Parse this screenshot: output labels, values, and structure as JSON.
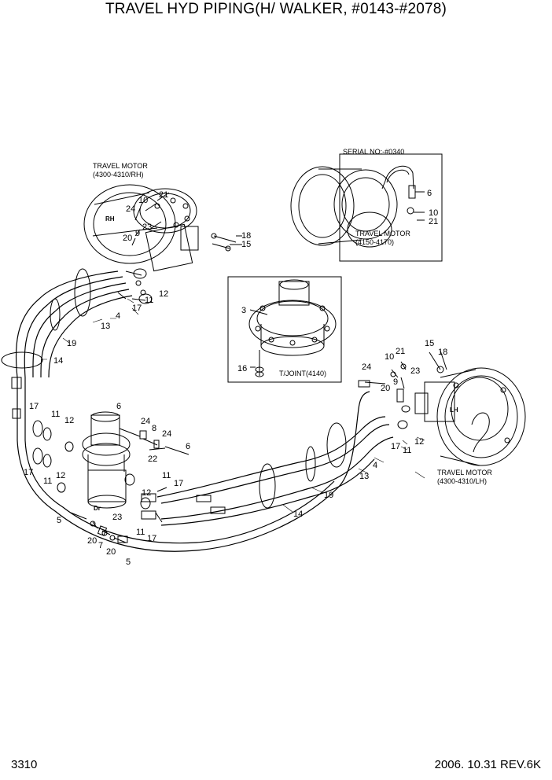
{
  "title": "TRAVEL HYD PIPING(H/ WALKER, #0143-#2078)",
  "page_number": "3310",
  "revision": "2006. 10.31  REV.6K",
  "notes": {
    "travel_motor_rh": [
      "TRAVEL MOTOR",
      "(4300-4310/RH)"
    ],
    "travel_motor_lh": [
      "TRAVEL MOTOR",
      "(4300-4310/LH)"
    ],
    "travel_motor_serial": [
      "TRAVEL MOTOR",
      "(4150-4170)"
    ],
    "serial_no": "SERIAL NO:-#0340",
    "tjoint": "T/JOINT(4140)"
  },
  "tags": {
    "rh": "RH",
    "lh": "LH",
    "dr": "Dr"
  },
  "callouts": [
    {
      "id": "c-rh-21",
      "text": "21"
    },
    {
      "id": "c-rh-10",
      "text": "10"
    },
    {
      "id": "c-rh-24",
      "text": "24"
    },
    {
      "id": "c-rh-23",
      "text": "23"
    },
    {
      "id": "c-rh-9",
      "text": "9"
    },
    {
      "id": "c-rh-20",
      "text": "20"
    },
    {
      "id": "c-rh-18",
      "text": "18"
    },
    {
      "id": "c-rh-15",
      "text": "15"
    },
    {
      "id": "c-rh-11",
      "text": "11"
    },
    {
      "id": "c-rh-12",
      "text": "12"
    },
    {
      "id": "c-rh-17",
      "text": "17"
    },
    {
      "id": "c-rh-4",
      "text": "4"
    },
    {
      "id": "c-rh-13",
      "text": "13"
    },
    {
      "id": "c-rh-19",
      "text": "19"
    },
    {
      "id": "c-14a",
      "text": "14"
    },
    {
      "id": "c-sn-6",
      "text": "6"
    },
    {
      "id": "c-sn-10",
      "text": "10"
    },
    {
      "id": "c-sn-21",
      "text": "21"
    },
    {
      "id": "c-tj-3",
      "text": "3"
    },
    {
      "id": "c-tj-16",
      "text": "16"
    },
    {
      "id": "c-lh-15",
      "text": "15"
    },
    {
      "id": "c-lh-18",
      "text": "18"
    },
    {
      "id": "c-lh-21",
      "text": "21"
    },
    {
      "id": "c-lh-10",
      "text": "10"
    },
    {
      "id": "c-lh-24",
      "text": "24"
    },
    {
      "id": "c-lh-23",
      "text": "23"
    },
    {
      "id": "c-lh-20",
      "text": "20"
    },
    {
      "id": "c-lh-9",
      "text": "9"
    },
    {
      "id": "c-lh-12",
      "text": "12"
    },
    {
      "id": "c-lh-17",
      "text": "17"
    },
    {
      "id": "c-lh-11",
      "text": "11"
    },
    {
      "id": "c-lh-4",
      "text": "4"
    },
    {
      "id": "c-lh-13",
      "text": "13"
    },
    {
      "id": "c-lh-19",
      "text": "19"
    },
    {
      "id": "c-14b",
      "text": "14"
    },
    {
      "id": "c-l-17a",
      "text": "17"
    },
    {
      "id": "c-l-11a",
      "text": "11"
    },
    {
      "id": "c-l-12a",
      "text": "12"
    },
    {
      "id": "c-l-17b",
      "text": "17"
    },
    {
      "id": "c-l-11b",
      "text": "11"
    },
    {
      "id": "c-l-12b",
      "text": "12"
    },
    {
      "id": "c-c-6a",
      "text": "6"
    },
    {
      "id": "c-c-24a",
      "text": "24"
    },
    {
      "id": "c-c-8",
      "text": "8"
    },
    {
      "id": "c-c-24b",
      "text": "24"
    },
    {
      "id": "c-c-22",
      "text": "22"
    },
    {
      "id": "c-c-6b",
      "text": "6"
    },
    {
      "id": "c-c-11a",
      "text": "11"
    },
    {
      "id": "c-c-17a",
      "text": "17"
    },
    {
      "id": "c-c-12",
      "text": "12"
    },
    {
      "id": "c-c-11b",
      "text": "11"
    },
    {
      "id": "c-c-17b",
      "text": "17"
    },
    {
      "id": "c-c-23",
      "text": "23"
    },
    {
      "id": "c-5a",
      "text": "5"
    },
    {
      "id": "c-20a",
      "text": "20"
    },
    {
      "id": "c-7",
      "text": "7"
    },
    {
      "id": "c-20b",
      "text": "20"
    },
    {
      "id": "c-5b",
      "text": "5"
    }
  ]
}
